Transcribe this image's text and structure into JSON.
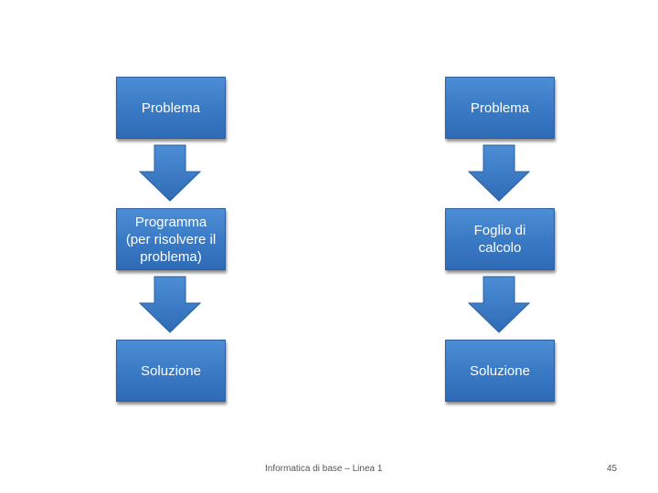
{
  "left_column": {
    "box1": "Problema",
    "box2": "Programma (per risolvere il problema)",
    "box3": "Soluzione"
  },
  "right_column": {
    "box1": "Problema",
    "box2": "Foglio di calcolo",
    "box3": "Soluzione"
  },
  "footer": {
    "title": "Informatica di base – Linea 1",
    "page_number": "45"
  },
  "colors": {
    "box_fill": "#3979c4",
    "box_border": "#2a5f9f",
    "text": "#ffffff"
  }
}
